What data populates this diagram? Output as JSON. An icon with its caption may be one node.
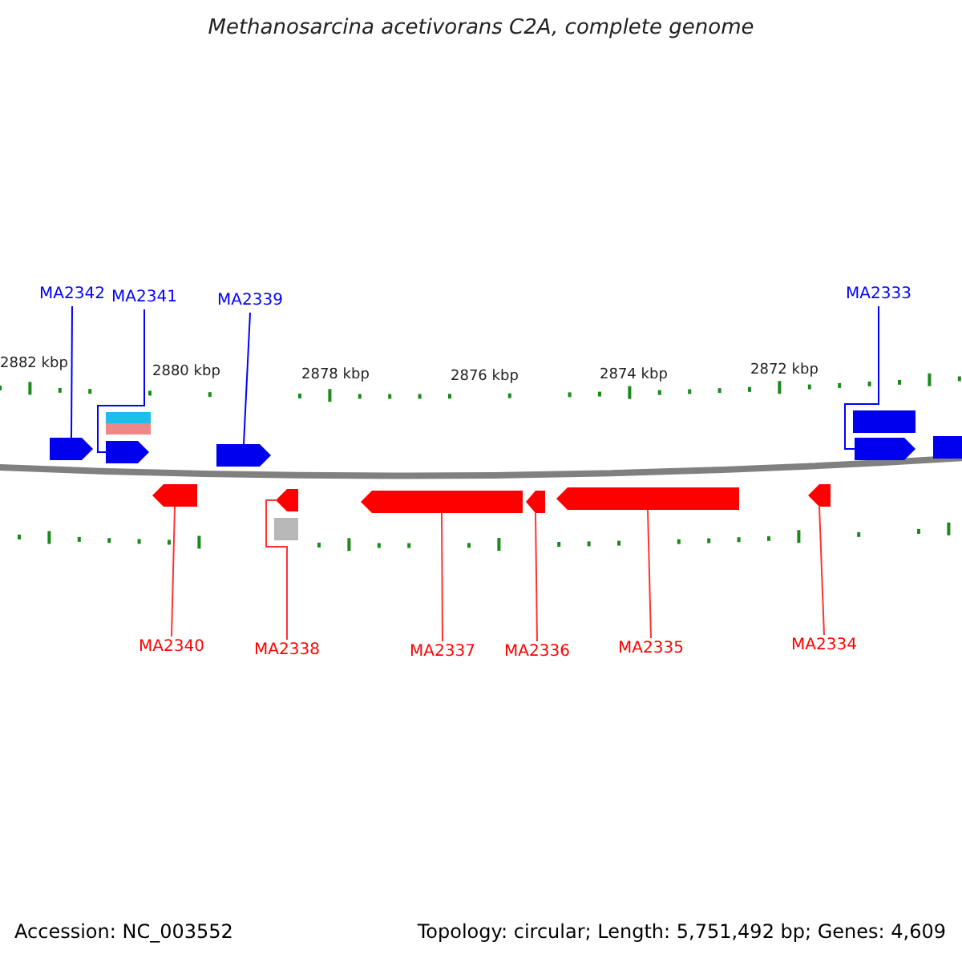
{
  "diagram": {
    "title": "Methanosarcina acetivorans C2A, complete genome",
    "nodes": [
      {
        "text": [
          "MA2342"
        ]
      },
      {
        "text": [
          "MA2341"
        ]
      },
      {
        "text": [
          "MA2339"
        ]
      },
      {
        "text": [
          "MA2333"
        ]
      },
      {
        "text": [],
        "shape": "box"
      },
      {
        "text": [],
        "shape": "box"
      },
      {
        "text": [],
        "shape": "arrow"
      },
      {
        "text": [],
        "shape": "arrow"
      },
      {
        "text": [],
        "shape": "arrow"
      },
      {
        "text": [],
        "shape": "arrow"
      },
      {
        "text": [],
        "shape": "box"
      },
      {
        "text": [],
        "shape": "arrow"
      },
      {
        "text": [],
        "shape": "arrow"
      },
      {
        "text": [],
        "shape": "arrow"
      },
      {
        "text": [],
        "shape": "arrow"
      },
      {
        "text": [],
        "shape": "arrow"
      },
      {
        "text": [],
        "shape": "arrow"
      },
      {
        "text": [],
        "shape": "box"
      },
      {
        "text": [
          "MA2340"
        ]
      },
      {
        "text": [
          "MA2338"
        ]
      },
      {
        "text": [
          "MA2337"
        ]
      },
      {
        "text": [
          "MA2336"
        ]
      },
      {
        "text": [
          "MA2335"
        ]
      },
      {
        "text": [
          "MA2334"
        ]
      }
    ],
    "edges": [
      {
        "from": 0,
        "to": 6,
        "arrow": "none",
        "color": "#0000ff"
      },
      {
        "from": 1,
        "to": 7,
        "arrow": "none",
        "color": "#0000ff"
      },
      {
        "from": 2,
        "to": 8,
        "arrow": "none",
        "color": "#0000ff"
      },
      {
        "from": 3,
        "to": 9,
        "arrow": "none",
        "color": "#0000ff"
      },
      {
        "from": 18,
        "to": 11,
        "arrow": "none"
      },
      {
        "from": 19,
        "to": 12,
        "arrow": "none"
      },
      {
        "from": 20,
        "to": 13,
        "arrow": "none"
      },
      {
        "from": 21,
        "to": 14,
        "arrow": "none"
      },
      {
        "from": 22,
        "to": 15,
        "arrow": "none"
      },
      {
        "from": 23,
        "to": 16,
        "arrow": "none"
      }
    ],
    "labels": [
      "2882 kbp",
      "2880 kbp",
      "2878 kbp",
      "2876 kbp",
      "2874 kbp",
      "2872 kbp",
      "Accession: NC_003552",
      "Topology: circular; Length: 5,751,492 bp; Genes: 4,609"
    ]
  }
}
